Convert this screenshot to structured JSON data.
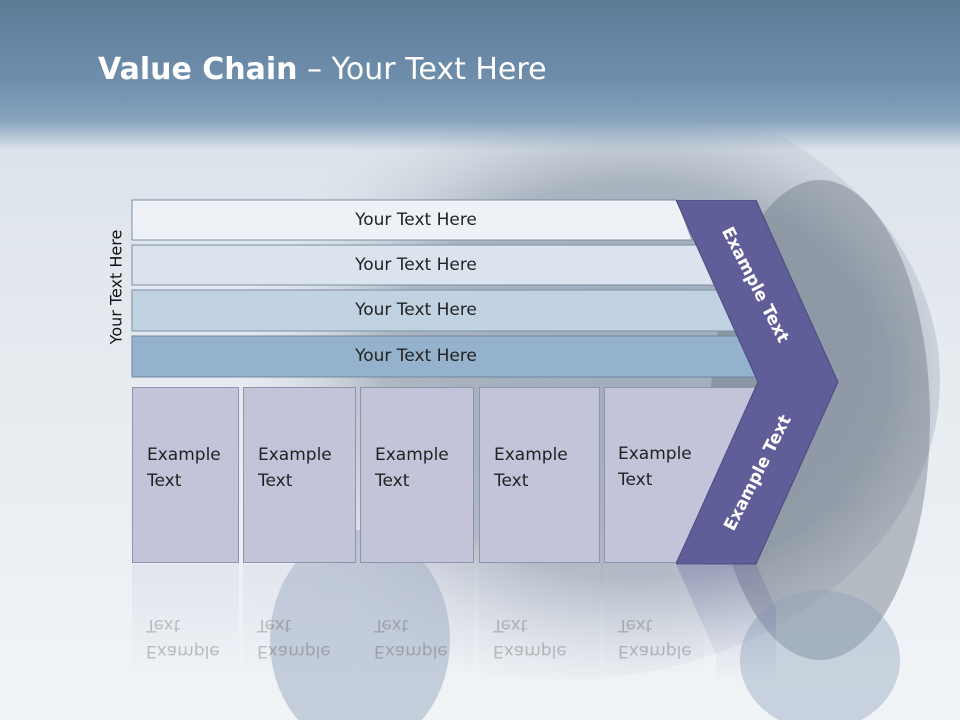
{
  "slide": {
    "title_bold": "Value Chain",
    "title_rest": " – Your Text Here",
    "side_label": "Your Text Here"
  },
  "rows": [
    {
      "label": "Your Text Here",
      "color": "#eef2f6"
    },
    {
      "label": "Your Text Here",
      "color": "#dbe4ee"
    },
    {
      "label": "Your Text Here",
      "color": "#c1d2e2"
    },
    {
      "label": "Your Text Here",
      "color": "#95b2cc"
    }
  ],
  "columns": [
    {
      "line1": "Example",
      "line2": "Text"
    },
    {
      "line1": "Example",
      "line2": "Text"
    },
    {
      "line1": "Example",
      "line2": "Text"
    },
    {
      "line1": "Example",
      "line2": "Text"
    },
    {
      "line1": "Example",
      "line2": "Text"
    }
  ],
  "chevron": {
    "upper_text": "Example Text",
    "lower_text": "Example Text",
    "color": "#5f5e98"
  }
}
